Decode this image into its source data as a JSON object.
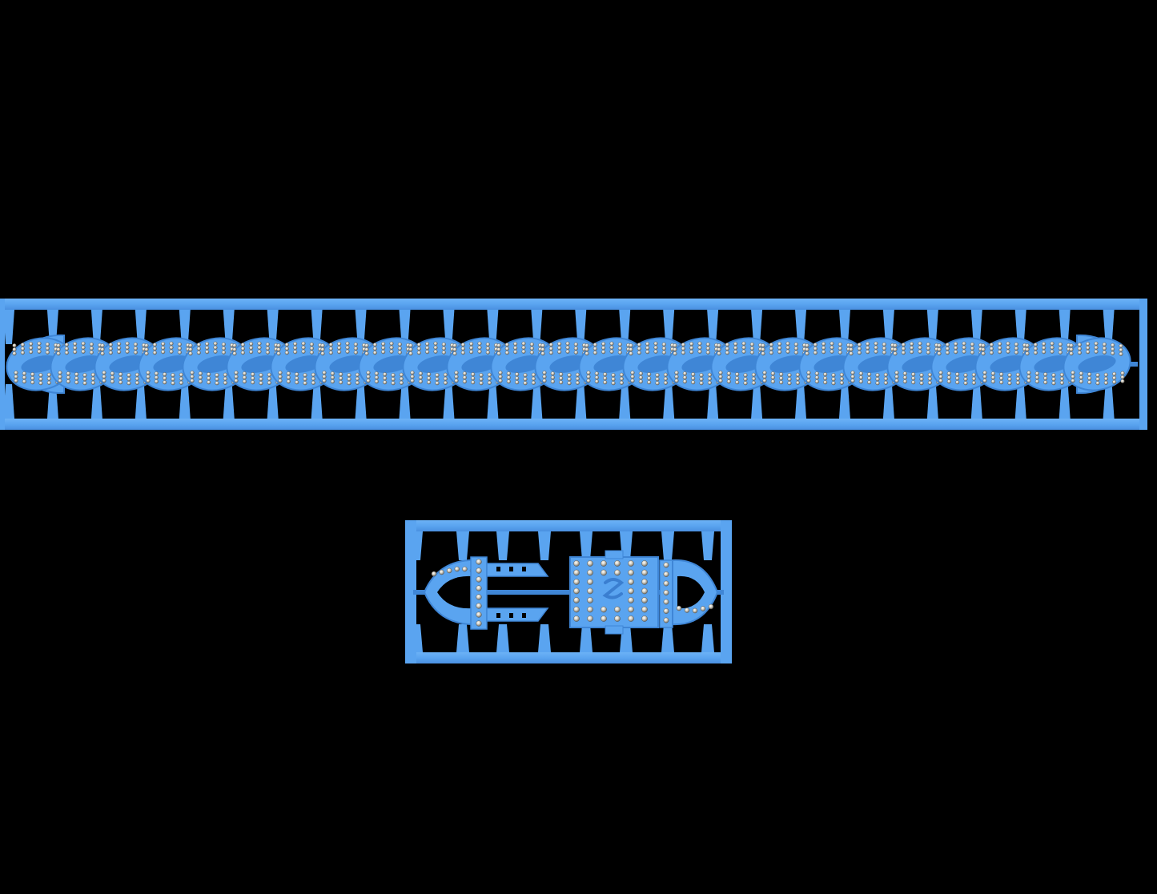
{
  "scene": {
    "background_color": "#000000",
    "resin_color": "#5aa4f0",
    "resin_shadow_color": "#3f86d6",
    "stone_color": "#c8c4b8",
    "stone_highlight_color": "#f2efe6"
  },
  "chain_tree": {
    "link_count": 25,
    "stones_per_row": 7,
    "stone_rows_per_link": 3
  },
  "clasp_tree": {
    "box_columns": 6,
    "box_rows": 7,
    "has_logo_center": true
  }
}
